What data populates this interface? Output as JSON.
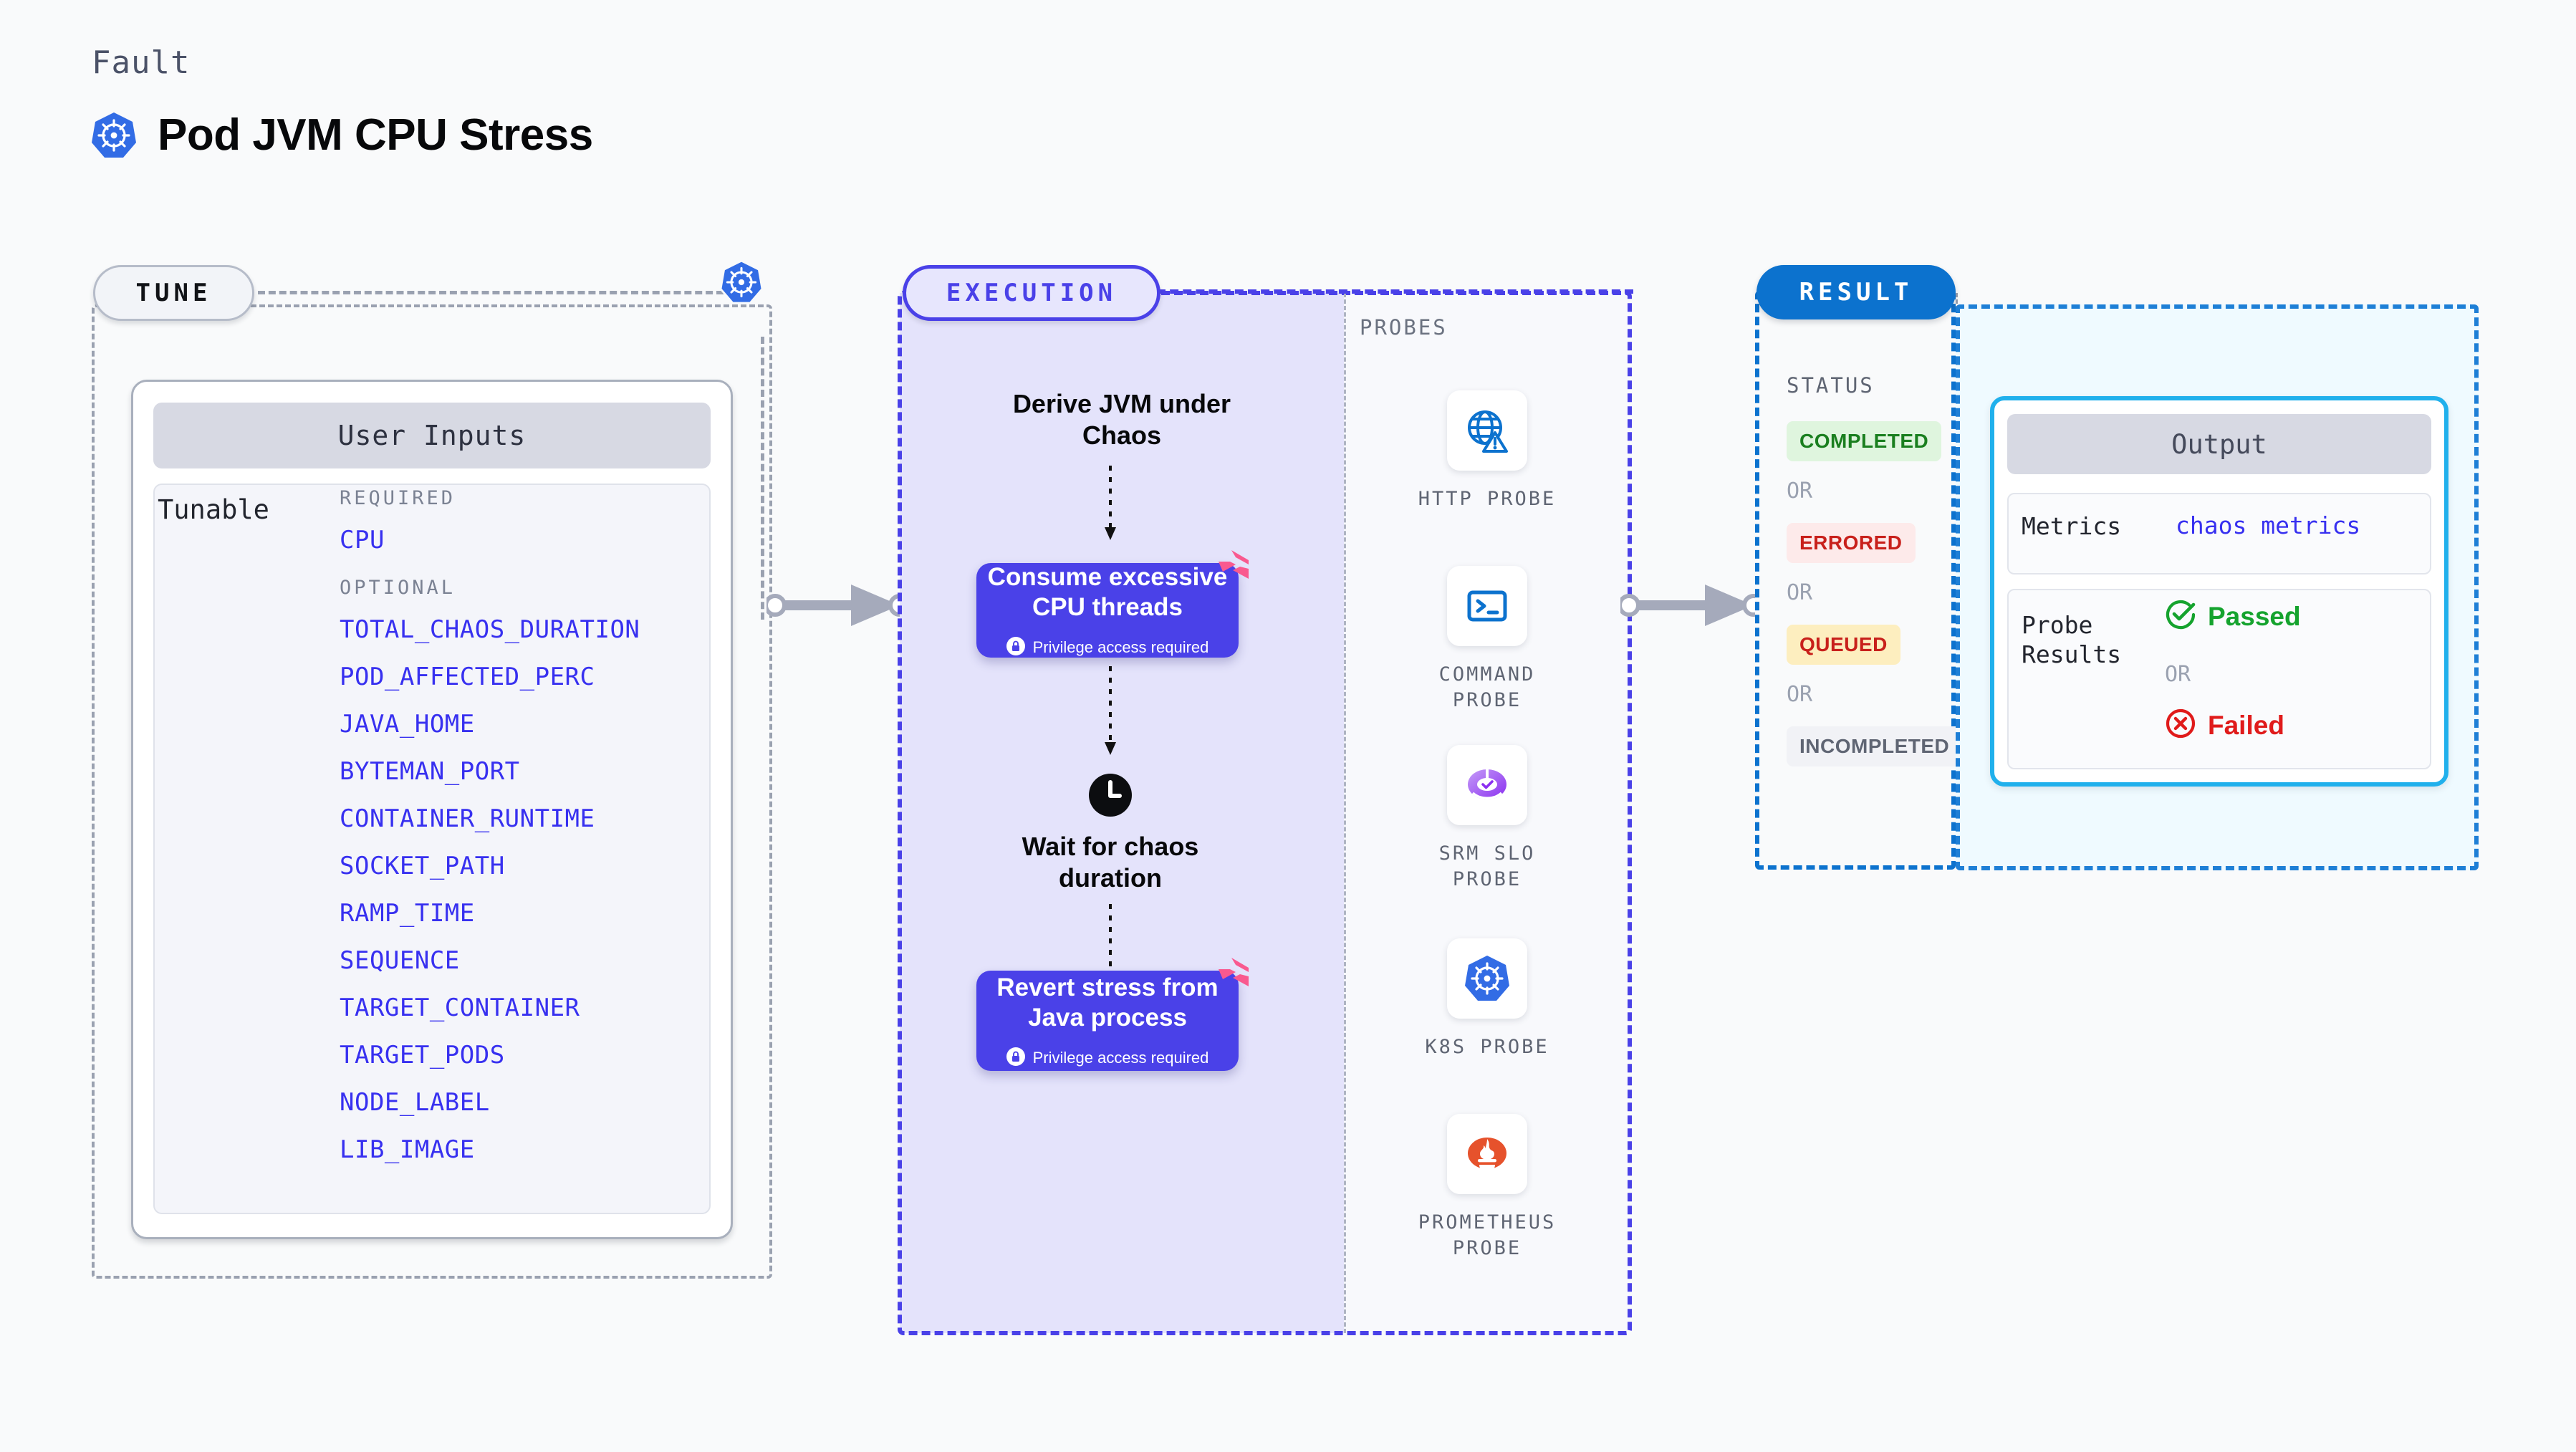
{
  "header": {
    "eyebrow": "Fault",
    "title": "Pod JVM CPU Stress",
    "logo_icon": "kubernetes-logo-icon"
  },
  "tune": {
    "tab_label": "TUNE",
    "badge_icon": "kubernetes-logo-icon",
    "card_title": "User Inputs",
    "tunable_label": "Tunable",
    "required_heading": "REQUIRED",
    "optional_heading": "OPTIONAL",
    "required_items": [
      "CPU"
    ],
    "optional_items": [
      "TOTAL_CHAOS_DURATION",
      "POD_AFFECTED_PERC",
      "JAVA_HOME",
      "BYTEMAN_PORT",
      "CONTAINER_RUNTIME",
      "SOCKET_PATH",
      "RAMP_TIME",
      "SEQUENCE",
      "TARGET_CONTAINER",
      "TARGET_PODS",
      "NODE_LABEL",
      "LIB_IMAGE"
    ]
  },
  "execution": {
    "tab_label": "EXECUTION",
    "step1_text": "Derive JVM under Chaos",
    "step2": {
      "title": "Consume excessive CPU threads",
      "privilege_note": "Privilege access required",
      "badge_icon": "harness-chaos-badge-icon",
      "lock_icon": "lock-icon"
    },
    "step3": {
      "clock_icon": "clock-icon",
      "text": "Wait for chaos duration"
    },
    "step4": {
      "title": "Revert stress from Java process",
      "privilege_note": "Privilege access required",
      "badge_icon": "harness-chaos-badge-icon",
      "lock_icon": "lock-icon"
    }
  },
  "probes": {
    "title": "PROBES",
    "items": [
      {
        "label": "HTTP PROBE",
        "icon": "globe-warning-icon"
      },
      {
        "label": "COMMAND PROBE",
        "icon": "terminal-icon"
      },
      {
        "label": "SRM SLO PROBE",
        "icon": "slo-gauge-icon"
      },
      {
        "label": "K8S PROBE",
        "icon": "kubernetes-logo-icon"
      },
      {
        "label": "PROMETHEUS PROBE",
        "icon": "prometheus-icon"
      }
    ]
  },
  "result": {
    "tab_label": "RESULT",
    "status_title": "STATUS",
    "or_label": "OR",
    "statuses": [
      {
        "label": "COMPLETED",
        "text_color": "#1a7f1f",
        "bg_color": "#dff5de"
      },
      {
        "label": "ERRORED",
        "text_color": "#c8201b",
        "bg_color": "#fdeaea"
      },
      {
        "label": "QUEUED",
        "text_color": "#c8201b",
        "bg_color": "#fdeebf"
      },
      {
        "label": "INCOMPLETED",
        "text_color": "#5f6573",
        "bg_color": "#f1f2f6"
      }
    ]
  },
  "output": {
    "card_title": "Output",
    "metrics_key": "Metrics",
    "metrics_value": "chaos metrics",
    "probe_results_key": "Probe Results",
    "or_label": "OR",
    "passed_label": "Passed",
    "failed_label": "Failed",
    "passed_icon": "check-circle-icon",
    "failed_icon": "x-circle-icon",
    "passed_color": "#15a32e",
    "failed_color": "#e01b1b"
  },
  "connectors": {
    "arrow1_icon": "arrow-right-icon",
    "arrow2_icon": "arrow-right-icon"
  },
  "theme": {
    "accent_purple": "#4a41e8",
    "accent_blue": "#0c72ce",
    "accent_cyan": "#20b0ec",
    "k8s_blue": "#326ce5",
    "pink": "#f9598f"
  }
}
